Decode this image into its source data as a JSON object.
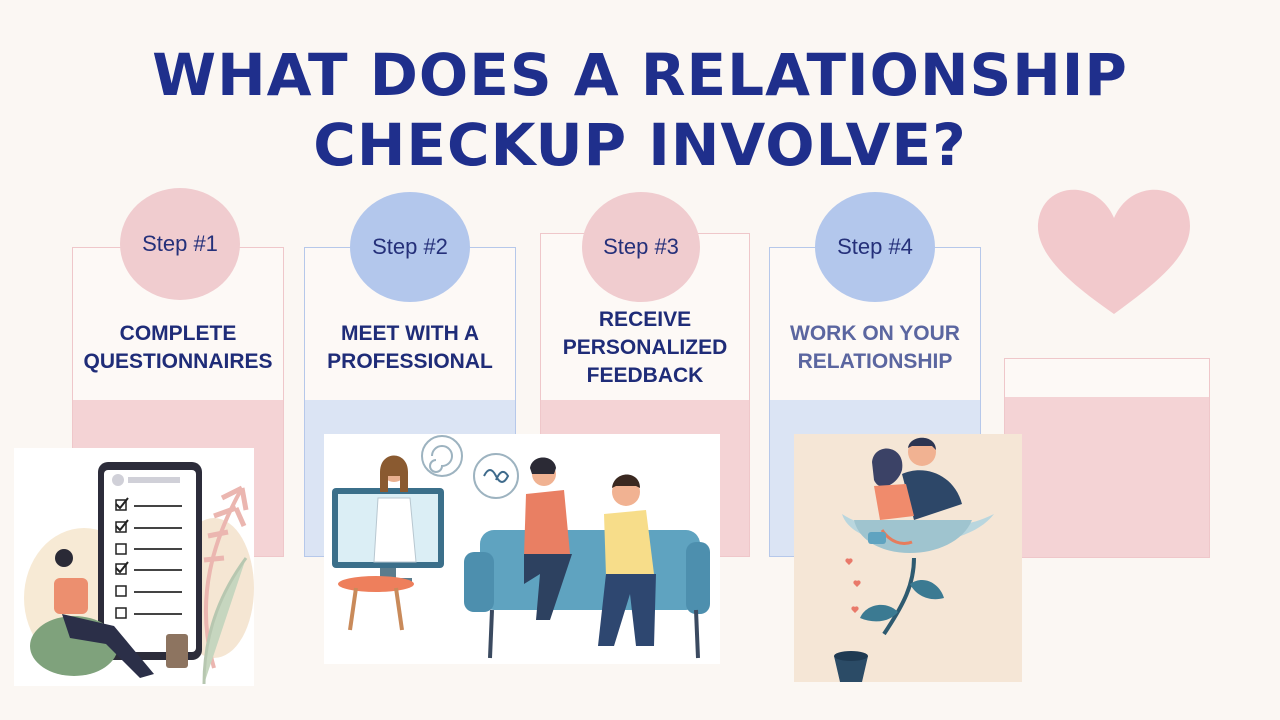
{
  "title": {
    "line1": "WHAT DOES A RELATIONSHIP",
    "line2": "CHECKUP INVOLVE?"
  },
  "steps": [
    {
      "label": "Step #1",
      "text": "COMPLETE\nQUESTIONNAIRES"
    },
    {
      "label": "Step #2",
      "text": "MEET WITH A\nPROFESSIONAL"
    },
    {
      "label": "Step #3",
      "text": "RECEIVE\nPERSONALIZED\nFEEDBACK"
    },
    {
      "label": "Step #4",
      "text": "WORK ON YOUR\nRELATIONSHIP"
    }
  ],
  "colors": {
    "title": "#1f2f8c",
    "pink": "#f0cccf",
    "blue": "#b3c7ec",
    "band_pink": "#f4d3d5",
    "band_blue": "#dbe4f4"
  },
  "icons": [
    "heart-icon",
    "checklist-illustration",
    "video-therapy-illustration",
    "couple-flower-illustration"
  ]
}
